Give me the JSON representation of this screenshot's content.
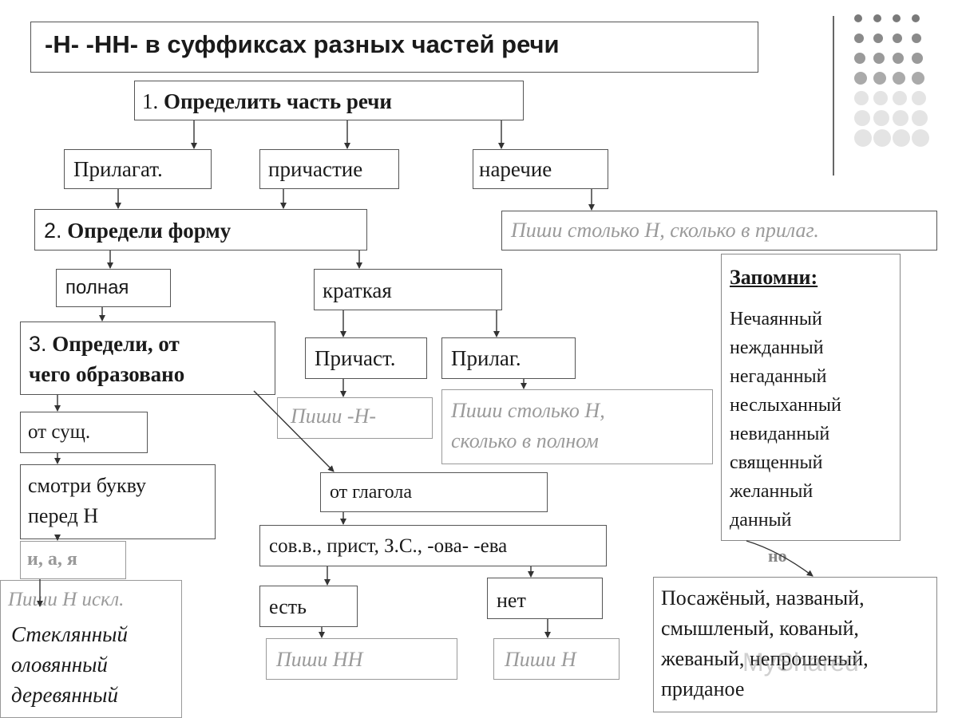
{
  "title": "-Н-  -НН-  в суффиксах  разных частей речи",
  "step1": {
    "num": "1.",
    "text": "Определить часть речи"
  },
  "parts": {
    "adj": "Прилагат.",
    "participle": "причастие",
    "adverb": "наречие"
  },
  "adverb_rule": "Пиши столько Н, сколько в прилаг.",
  "step2": {
    "num": "2.",
    "text": "Определи форму"
  },
  "forms": {
    "full": "полная",
    "short": "краткая"
  },
  "short_branches": {
    "participle": "Причаст.",
    "adjective": "Прилаг."
  },
  "short_rules": {
    "participle": "Пиши -Н-",
    "adjective_line1": "Пиши столько Н,",
    "adjective_line2": "сколько в полном"
  },
  "step3": {
    "num": "3.",
    "line1_text": "Определи, от",
    "line2": "чего образовано"
  },
  "from_noun": {
    "label": "от сущ.",
    "look_line1": "смотри букву",
    "look_line2": "перед Н",
    "letters": "и, а, я",
    "rule": "Пиши Н искл.",
    "exceptions": [
      "Стеклянный",
      "оловянный",
      "деревянный"
    ]
  },
  "from_verb": {
    "label": "от глагола",
    "criteria": "сов.в., прист, З.С., -ова- -ева",
    "yes": "есть",
    "no": "нет",
    "yes_rule": "Пиши НН",
    "no_rule": "Пиши Н"
  },
  "remember": {
    "title": "Запомни:",
    "words": [
      "Нечаянный",
      "нежданный",
      "негаданный",
      "неслыханный",
      "невиданный",
      "священный",
      "желанный",
      "данный"
    ],
    "but": "но",
    "exceptions_lines": [
      "Посажёный, названый,",
      "смышленый, кованый,",
      "жеваный, непрошеный,",
      "приданое"
    ]
  },
  "watermark": "MyShared",
  "colors": {
    "border": "#555555",
    "gray_text": "#9a9a9a",
    "dots_dark": "#7a7a7a",
    "dots_light": "#d8d8d8"
  }
}
